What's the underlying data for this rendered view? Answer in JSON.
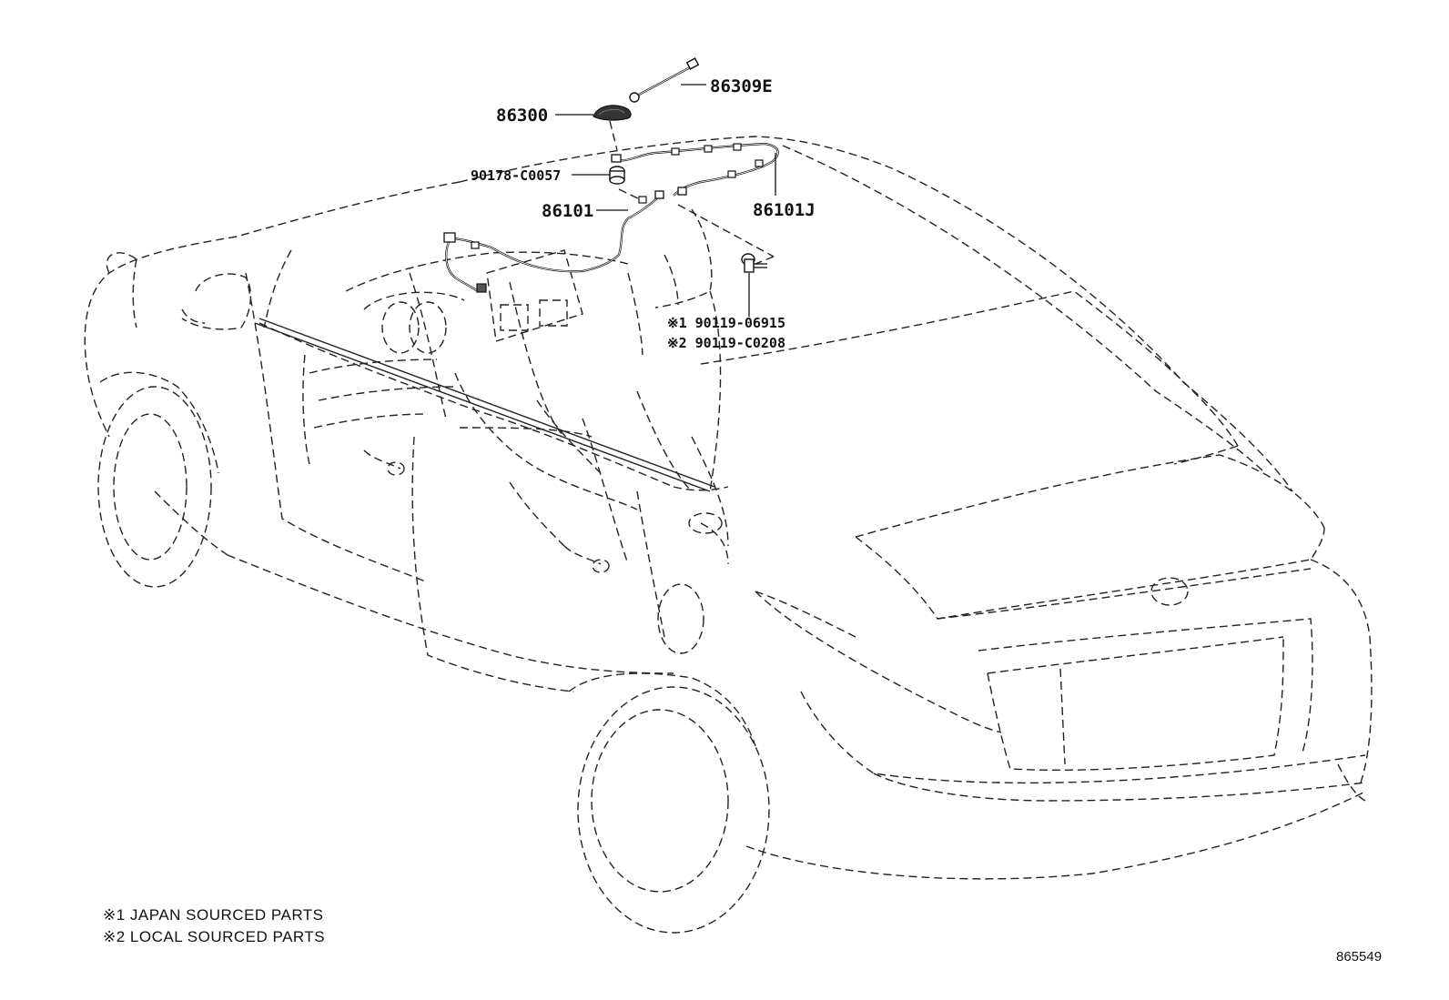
{
  "diagram": {
    "callouts": [
      {
        "id": "86309E",
        "label": "86309E"
      },
      {
        "id": "86300",
        "label": "86300"
      },
      {
        "id": "90178-C0057",
        "label": "90178-C0057"
      },
      {
        "id": "86101",
        "label": "86101"
      },
      {
        "id": "86101J",
        "label": "86101J"
      },
      {
        "id": "90119-06915",
        "label": "※1 90119-06915"
      },
      {
        "id": "90119-C0208",
        "label": "※2 90119-C0208"
      }
    ],
    "notes": [
      "※1  JAPAN SOURCED PARTS",
      "※2  LOCAL SOURCED PARTS"
    ],
    "reference_number": "865549"
  }
}
